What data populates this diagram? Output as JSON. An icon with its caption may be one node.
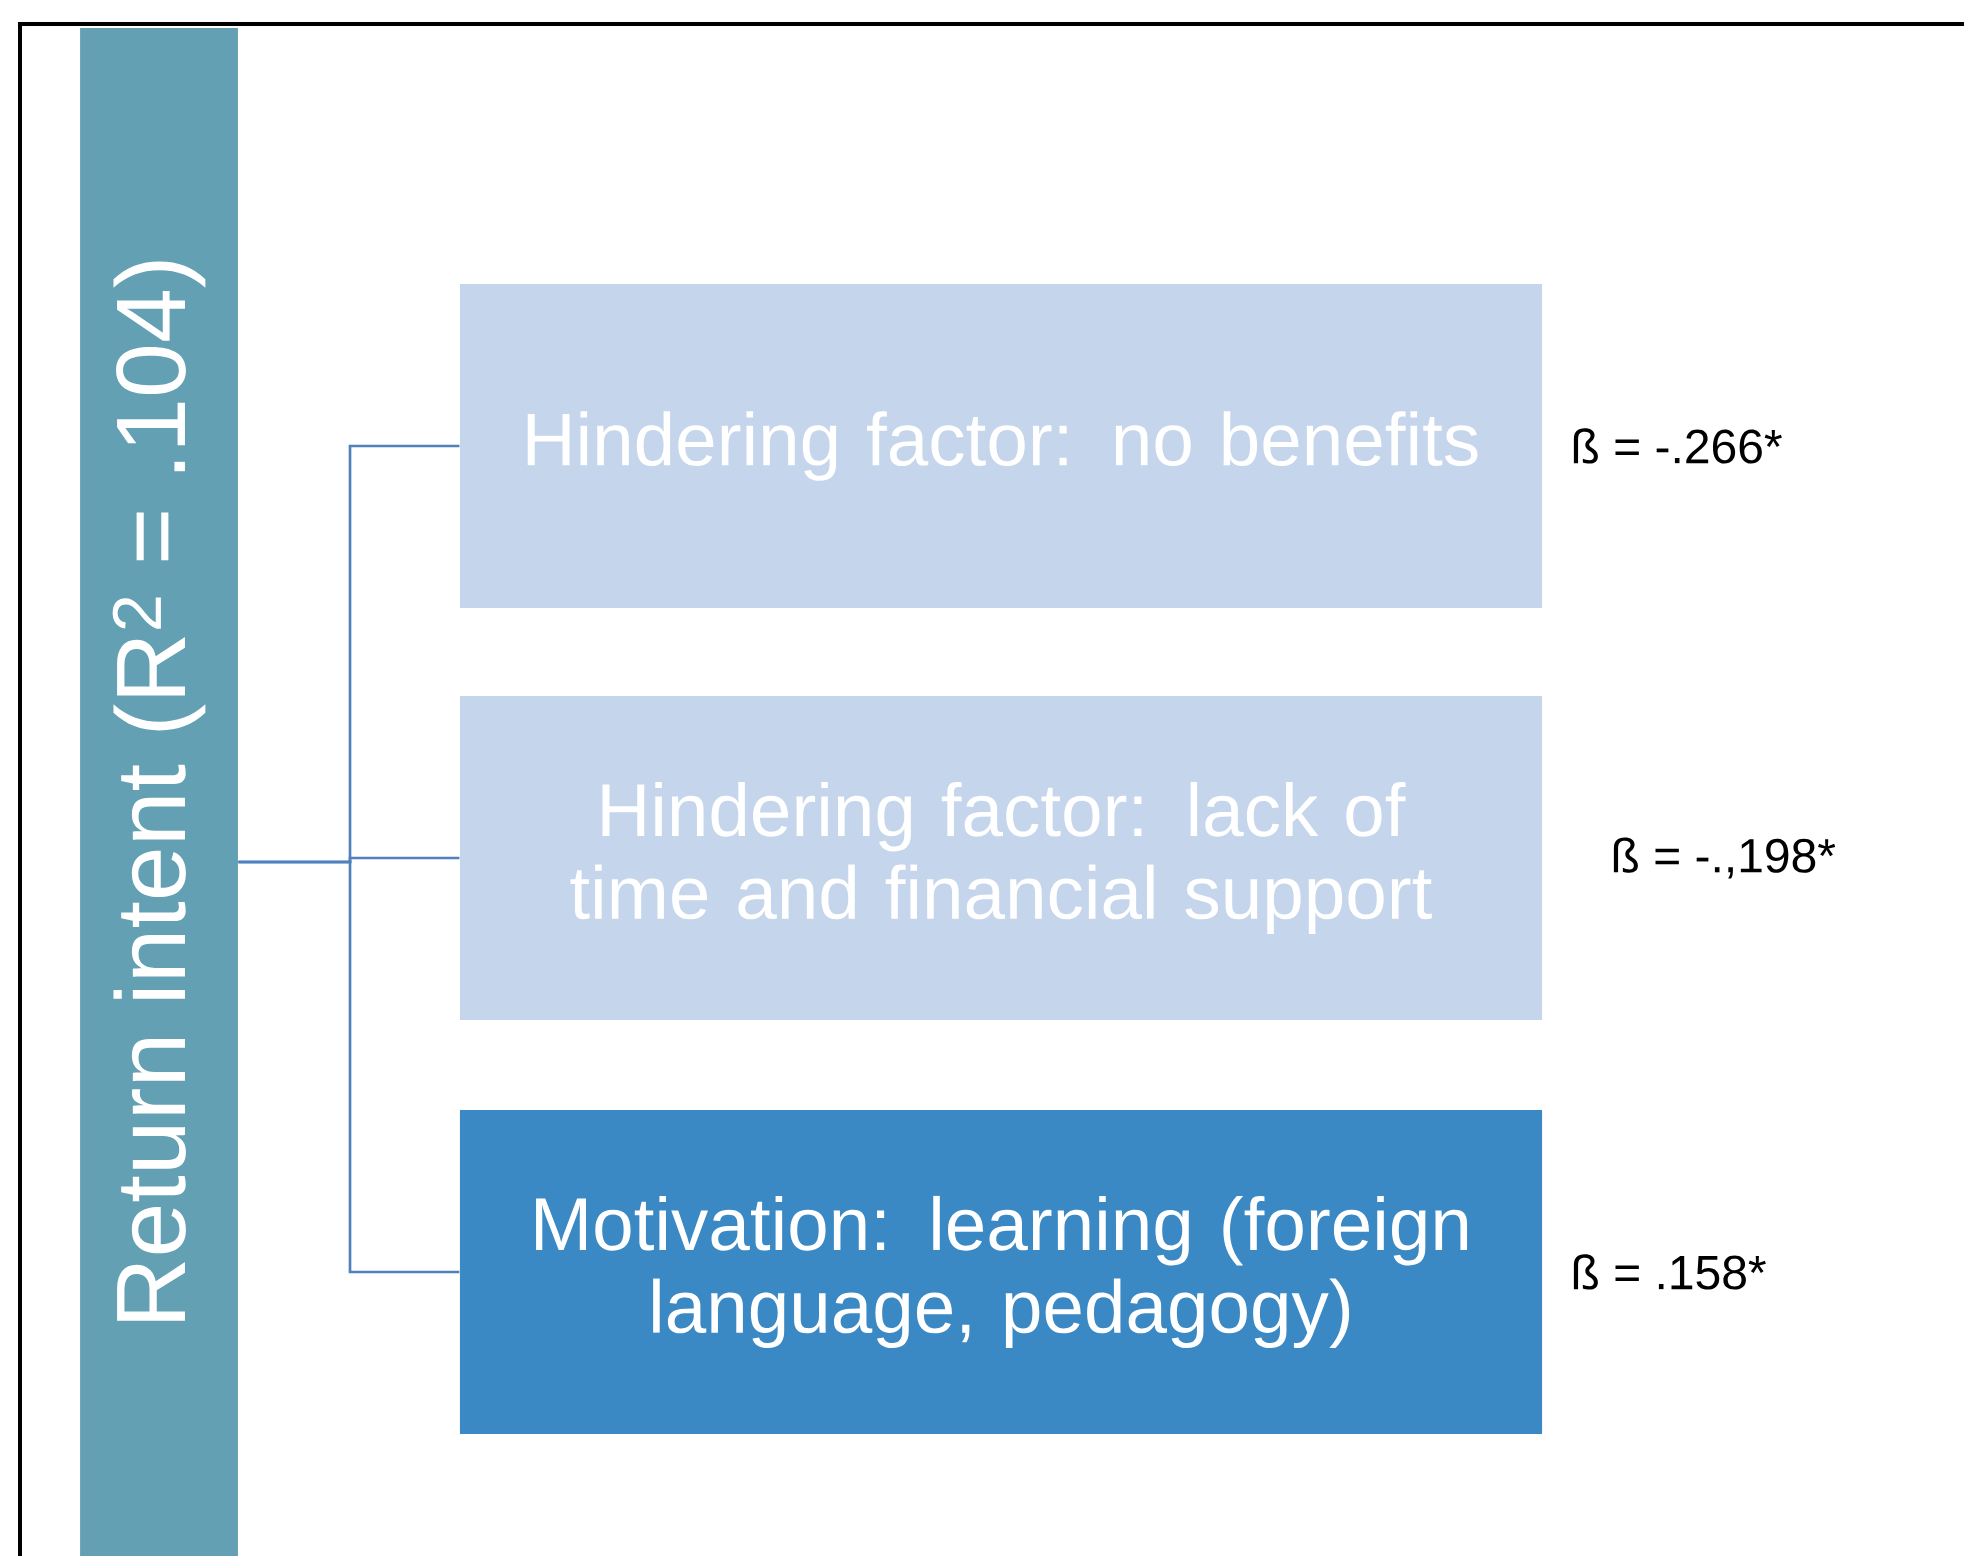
{
  "diagram": {
    "nodes": [
      {
        "text": [
          "Return intent (R$^{2}$ = .104)"
        ]
      },
      {
        "text": [
          "Hindering factor: no benefits"
        ],
        "beside": [
          "ß = -.266*"
        ]
      },
      {
        "text": [
          "Hindering factor: lack of time and financial support"
        ],
        "beside": [
          "ß = -.,198*"
        ]
      },
      {
        "text": [
          "Motivation: learning (foreign language, pedagogy)"
        ],
        "beside": [
          "ß = .158*"
        ]
      }
    ],
    "edges": [
      {
        "from": 0,
        "to": 1,
        "arrow": "none"
      },
      {
        "from": 0,
        "to": 2,
        "arrow": "none"
      },
      {
        "from": 0,
        "to": 3,
        "arrow": "none"
      }
    ]
  }
}
